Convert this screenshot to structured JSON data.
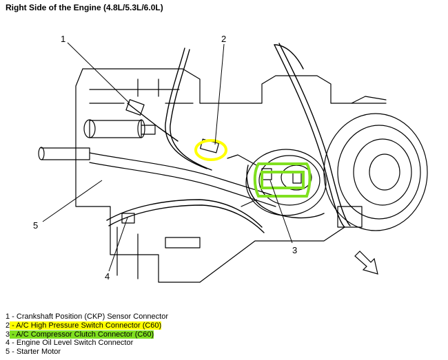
{
  "title": "Right Side of the Engine (4.8L/5.3L/6.0L)",
  "callouts": [
    "1",
    "2",
    "3",
    "4",
    "5"
  ],
  "legend": [
    {
      "num": "1",
      "sep": " - ",
      "text": "Crankshaft Position (CKP) Sensor Connector",
      "highlight": ""
    },
    {
      "num": "2",
      "sep": " - ",
      "text": "A/C High Pressure Switch Connector (C60)",
      "highlight": "yellow"
    },
    {
      "num": "3",
      "sep": " - ",
      "text": "A/C Compressor Clutch Connector (C60)",
      "highlight": "green"
    },
    {
      "num": "4",
      "sep": " - ",
      "text": "Engine Oil Level Switch Connector",
      "highlight": ""
    },
    {
      "num": "5",
      "sep": " - ",
      "text": "Starter Motor",
      "highlight": ""
    }
  ],
  "colors": {
    "yellow_highlight": "#ffff00",
    "green_highlight": "#80e020",
    "line": "#000000"
  }
}
